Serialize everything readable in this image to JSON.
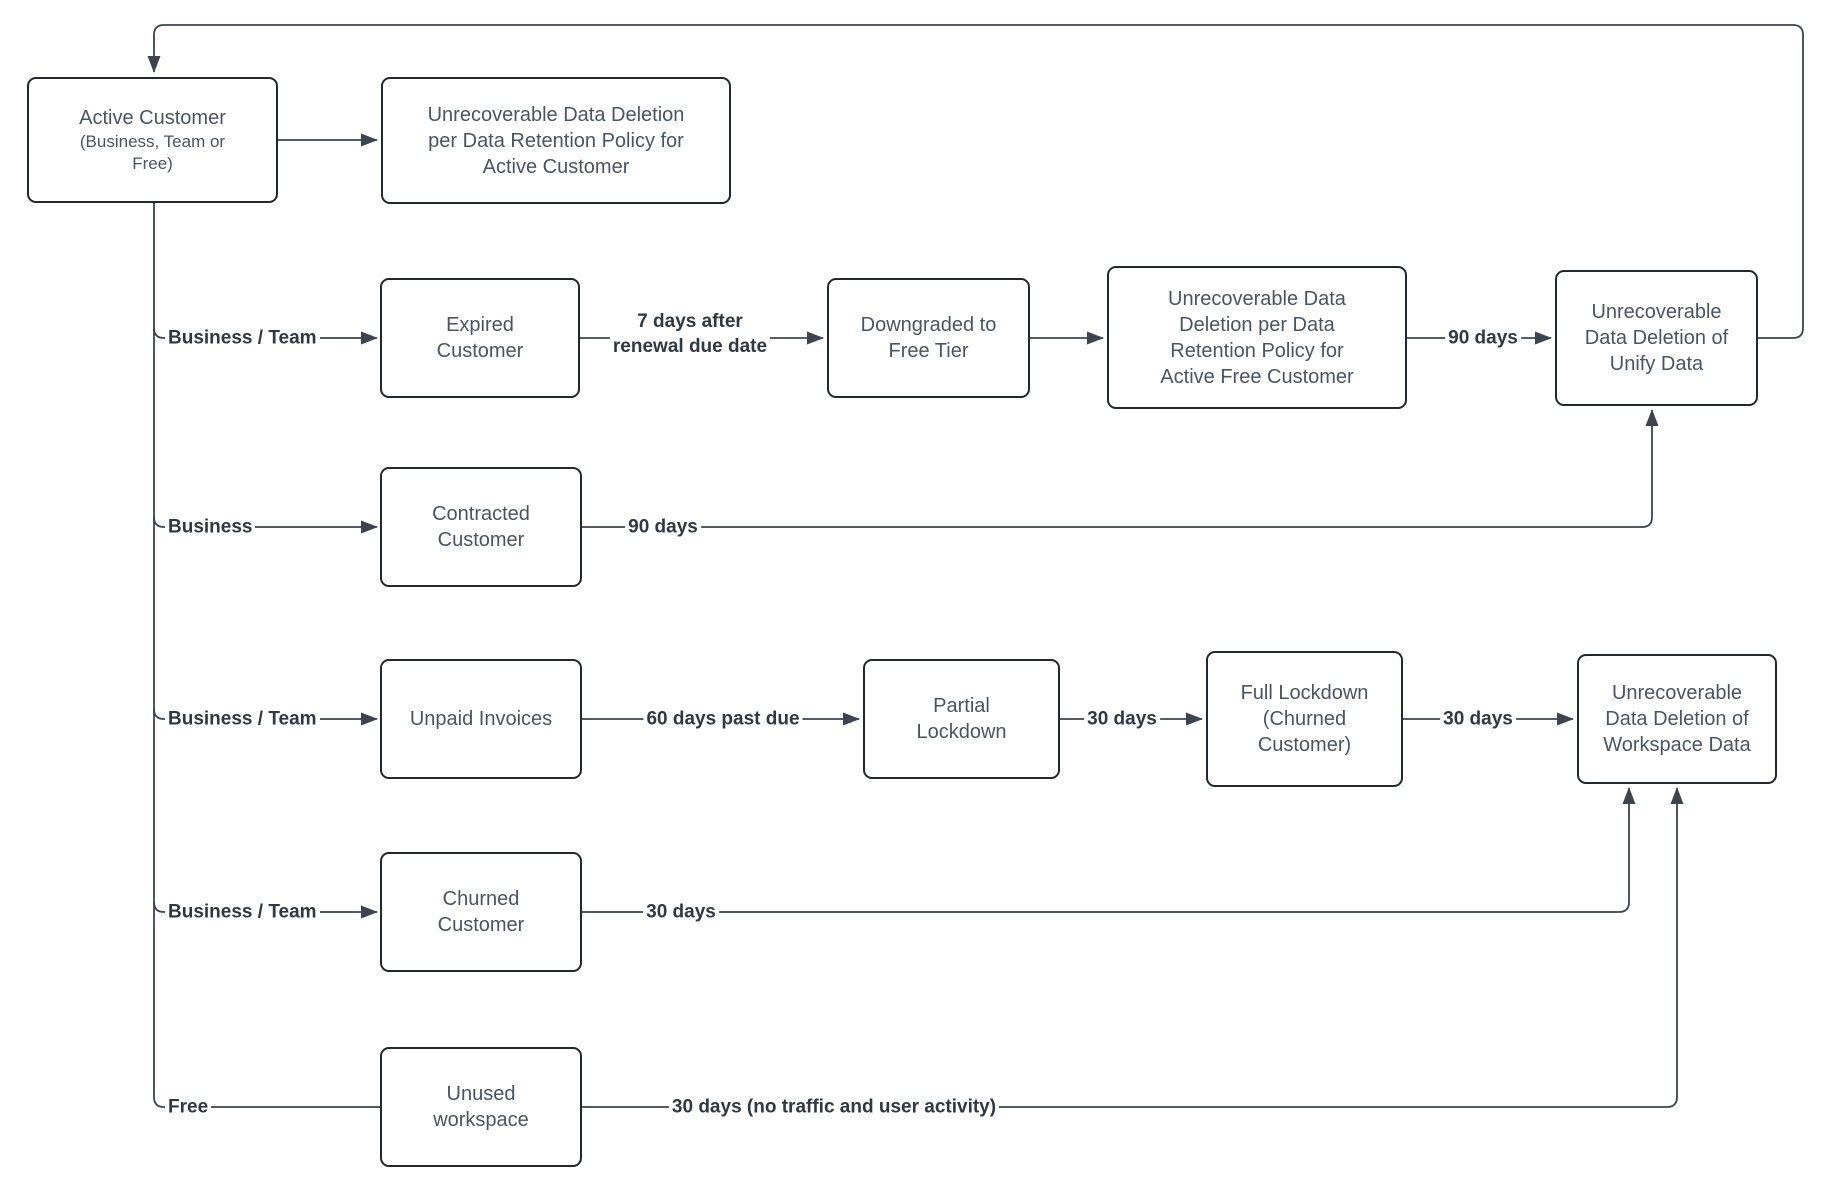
{
  "diagram": {
    "background_color": "#ffffff",
    "node_border_color": "#23282f",
    "node_text_color": "#4a5462",
    "edge_color": "#3d4450",
    "edge_label_color": "#2f3843",
    "nodes": [
      {
        "id": "active-customer",
        "label": "Active Customer",
        "sublabel": "(Business, Team or\nFree)"
      },
      {
        "id": "deletion-active",
        "label": "Unrecoverable Data Deletion\nper Data Retention Policy for\nActive Customer"
      },
      {
        "id": "expired-customer",
        "label": "Expired\nCustomer"
      },
      {
        "id": "downgraded-free-tier",
        "label": "Downgraded to\nFree Tier"
      },
      {
        "id": "deletion-active-free",
        "label": "Unrecoverable Data\nDeletion per Data\nRetention Policy for\nActive Free Customer"
      },
      {
        "id": "deletion-unify",
        "label": "Unrecoverable\nData Deletion of\nUnify Data"
      },
      {
        "id": "contracted-customer",
        "label": "Contracted\nCustomer"
      },
      {
        "id": "unpaid-invoices",
        "label": "Unpaid Invoices"
      },
      {
        "id": "partial-lockdown",
        "label": "Partial\nLockdown"
      },
      {
        "id": "full-lockdown",
        "label": "Full Lockdown\n(Churned\nCustomer)"
      },
      {
        "id": "deletion-workspace",
        "label": "Unrecoverable\nData Deletion of\nWorkspace Data"
      },
      {
        "id": "churned-customer",
        "label": "Churned\nCustomer"
      },
      {
        "id": "unused-workspace",
        "label": "Unused\nworkspace"
      }
    ],
    "edge_labels": [
      {
        "id": "branch-business-team-expired",
        "text": "Business / Team"
      },
      {
        "id": "seven-days-after-renewal",
        "text": "7 days after\nrenewal due date"
      },
      {
        "id": "ninety-days-free-tier",
        "text": "90 days"
      },
      {
        "id": "branch-business",
        "text": "Business"
      },
      {
        "id": "ninety-days-contracted",
        "text": "90 days"
      },
      {
        "id": "branch-business-team-unpaid",
        "text": "Business / Team"
      },
      {
        "id": "sixty-days-past-due",
        "text": "60 days past due"
      },
      {
        "id": "thirty-days-partial-to-full",
        "text": "30 days"
      },
      {
        "id": "thirty-days-full-to-deletion",
        "text": "30 days"
      },
      {
        "id": "branch-business-team-churned",
        "text": "Business / Team"
      },
      {
        "id": "thirty-days-churned",
        "text": "30 days"
      },
      {
        "id": "branch-free",
        "text": "Free"
      },
      {
        "id": "thirty-days-no-traffic",
        "text": "30 days (no traffic and user activity)"
      }
    ]
  }
}
